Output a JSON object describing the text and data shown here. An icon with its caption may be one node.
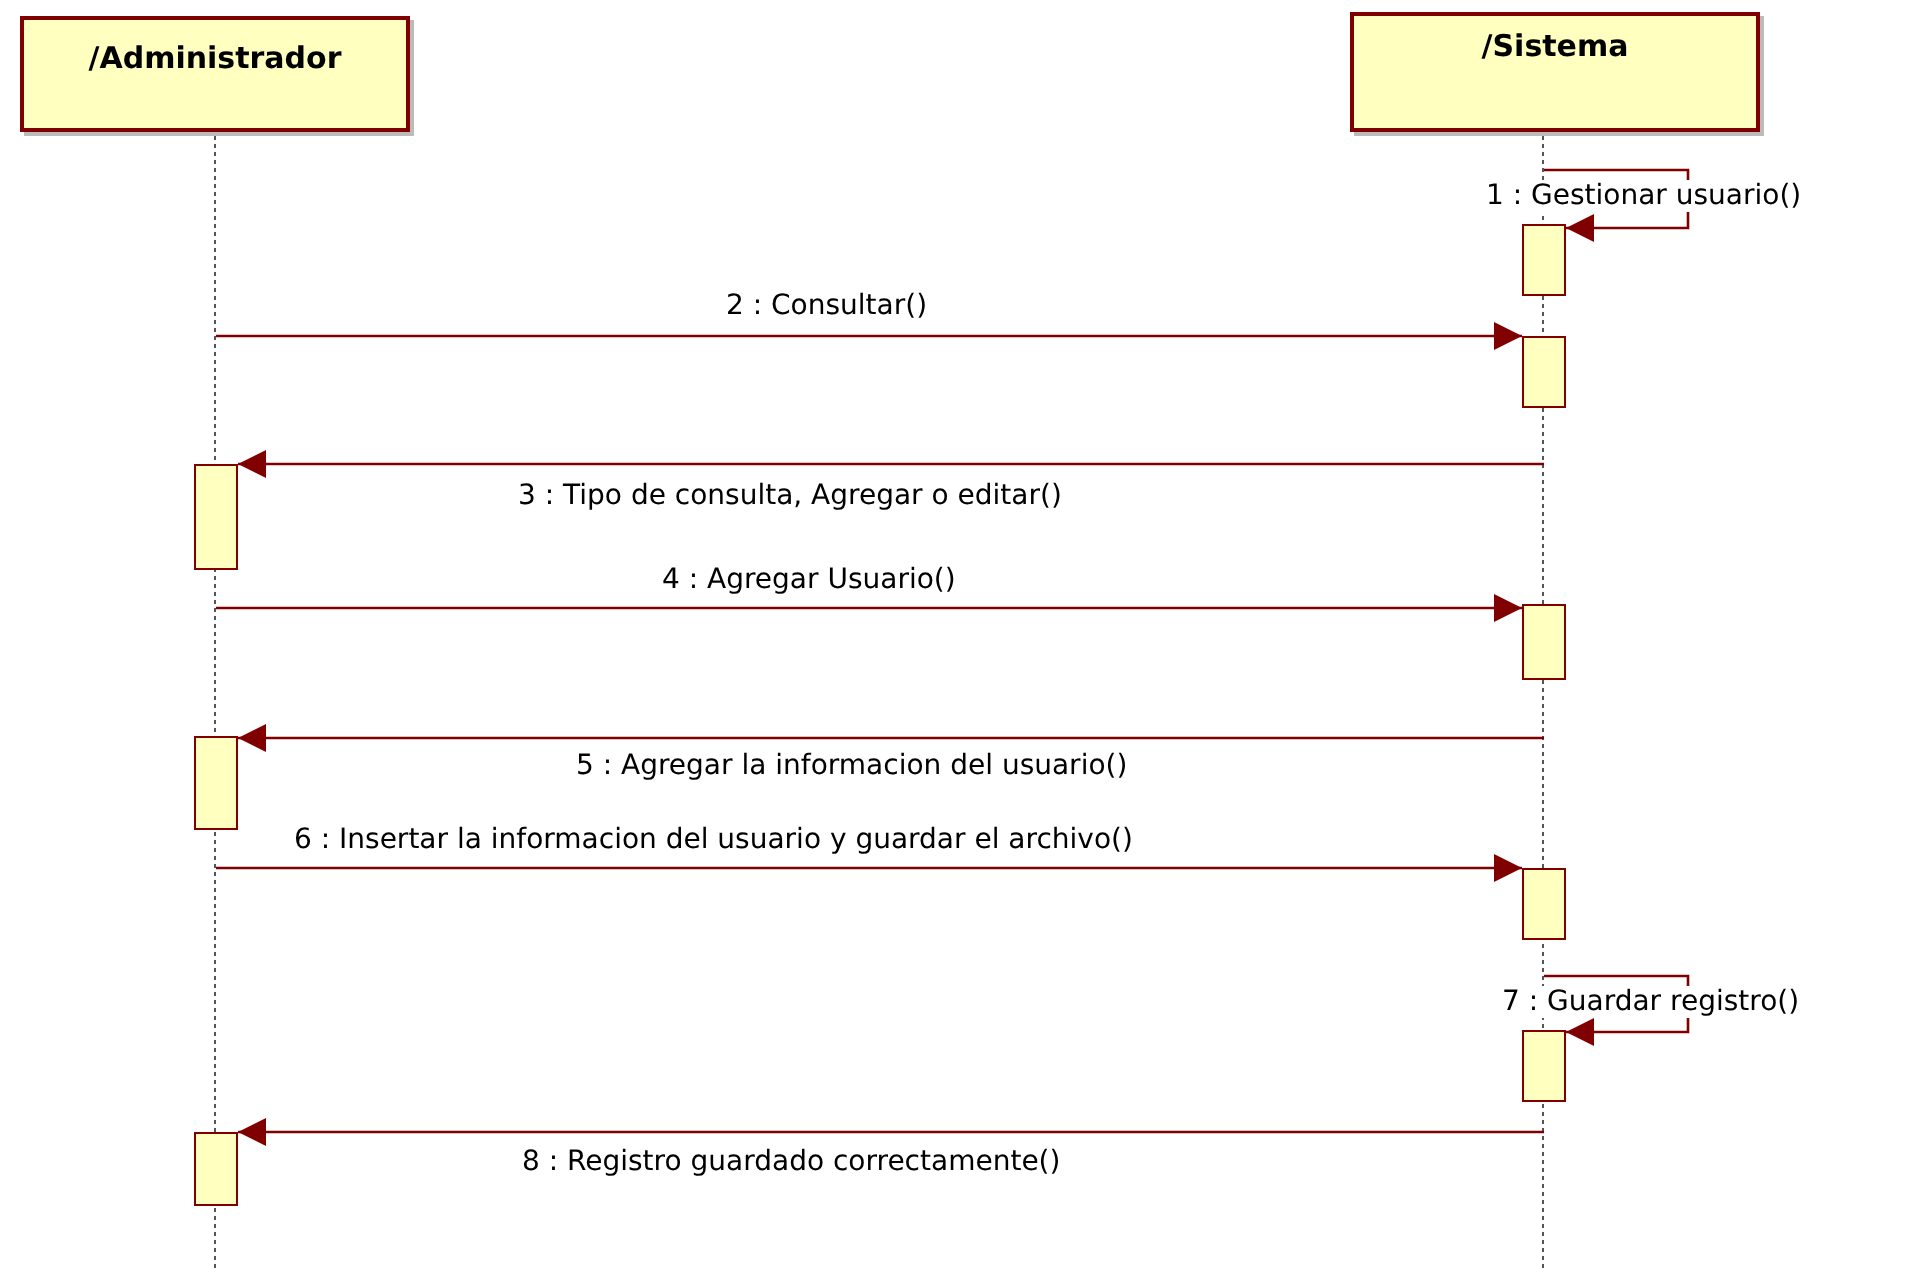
{
  "diagram": {
    "nodes": [
      {
        "text": [
          "/Administrador"
        ]
      },
      {
        "text": [
          "/Sistema"
        ]
      },
      {
        "text": [],
        "shape": "line"
      },
      {
        "text": [],
        "shape": "line"
      },
      {
        "text": [],
        "shape": "bar"
      },
      {
        "text": [],
        "shape": "bar"
      },
      {
        "text": [],
        "shape": "bar"
      },
      {
        "text": [],
        "shape": "bar"
      },
      {
        "text": [],
        "shape": "bar"
      },
      {
        "text": [],
        "shape": "bar"
      },
      {
        "text": [],
        "shape": "bar"
      },
      {
        "text": [],
        "shape": "bar"
      }
    ],
    "edges": [
      {
        "from": 3,
        "to": 4,
        "arrow": "to",
        "label": "1 : Gestionar usuario()"
      },
      {
        "from": 2,
        "to": 5,
        "arrow": "to",
        "label": "2 : Consultar()"
      },
      {
        "from": 3,
        "to": 6,
        "arrow": "to",
        "label": "3 : Tipo de consulta, Agregar o editar()"
      },
      {
        "from": 2,
        "to": 7,
        "arrow": "to",
        "label": "4 : Agregar Usuario()"
      },
      {
        "from": 3,
        "to": 8,
        "arrow": "to",
        "label": "5 : Agregar la informacion del usuario()"
      },
      {
        "from": 2,
        "to": 9,
        "arrow": "to",
        "label": "6 : Insertar la informacion del usuario y guardar el archivo()"
      },
      {
        "from": 3,
        "to": 10,
        "arrow": "to",
        "label": "7 : Guardar registro()"
      },
      {
        "from": 3,
        "to": 11,
        "arrow": "to",
        "label": "8 : Registro guardado correctamente()"
      }
    ]
  }
}
